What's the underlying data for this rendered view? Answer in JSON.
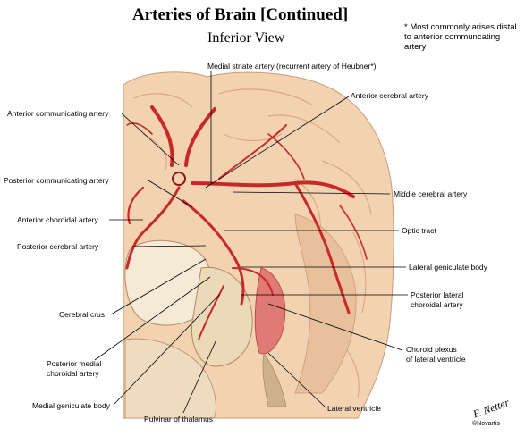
{
  "title": "Arteries of Brain [Continued]",
  "subtitle": "Inferior View",
  "footnote": "* Most commonly arises distal to anterior communcating artery",
  "labels": {
    "medial_striate": "Medial striate artery (recurrent artery of Heubner*)",
    "anterior_cerebral": "Anterior cerebral artery",
    "anterior_communicating": "Anterior communicating artery",
    "posterior_communicating": "Posterior communicating artery",
    "middle_cerebral": "Middle cerebral artery",
    "anterior_choroidal": "Anterior choroidal artery",
    "optic_tract": "Optic tract",
    "posterior_cerebral": "Posterior cerebral artery",
    "lateral_geniculate": "Lateral geniculate body",
    "posterior_lateral_choroidal_1": "Posterior lateral",
    "posterior_lateral_choroidal_2": "choroidal artery",
    "cerebral_crus": "Cerebral crus",
    "choroid_plexus_1": "Choroid plexus",
    "choroid_plexus_2": "of lateral ventricle",
    "posterior_medial_choroidal_1": "Posterior medial",
    "posterior_medial_choroidal_2": "choroidal artery",
    "medial_geniculate": "Medial geniculate body",
    "lateral_ventricle": "Lateral ventricle",
    "pulvinar": "Pulvinar of thalamus"
  },
  "signature": "F. Netter",
  "copyright": "©Novartis",
  "colors": {
    "brain": "#f2d2b0",
    "brain_shadow": "#d9a884",
    "artery": "#c8282a",
    "artery_dark": "#8e1414",
    "midbrain": "#f5ead6",
    "choroid": "#e07a74"
  }
}
